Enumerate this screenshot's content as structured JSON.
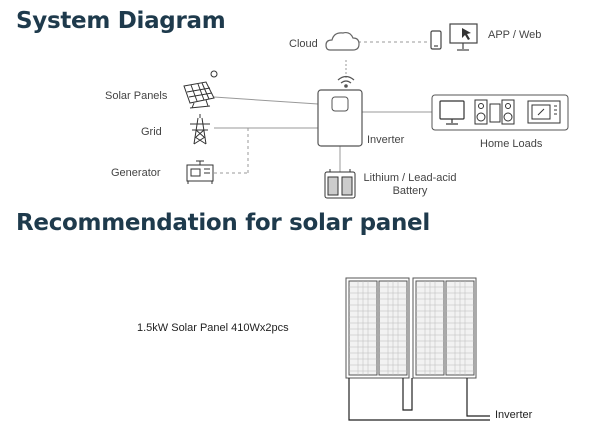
{
  "system_title": "System Diagram",
  "recommend_title": "Recommendation for solar panel",
  "nodes": {
    "cloud": "Cloud",
    "app_web": "APP / Web",
    "solar_panels": "Solar Panels",
    "grid": "Grid",
    "generator": "Generator",
    "inverter": "Inverter",
    "home_loads": "Home Loads",
    "battery_line1": "Lithium / Lead-acid",
    "battery_line2": "Battery"
  },
  "panel_caption": "1.5kW Solar Panel 410Wx2pcs",
  "panel_inverter_label": "Inverter",
  "colors": {
    "heading": "#1e3a4c",
    "line": "#9a9a9a",
    "dashed": "#b5b5b5"
  }
}
